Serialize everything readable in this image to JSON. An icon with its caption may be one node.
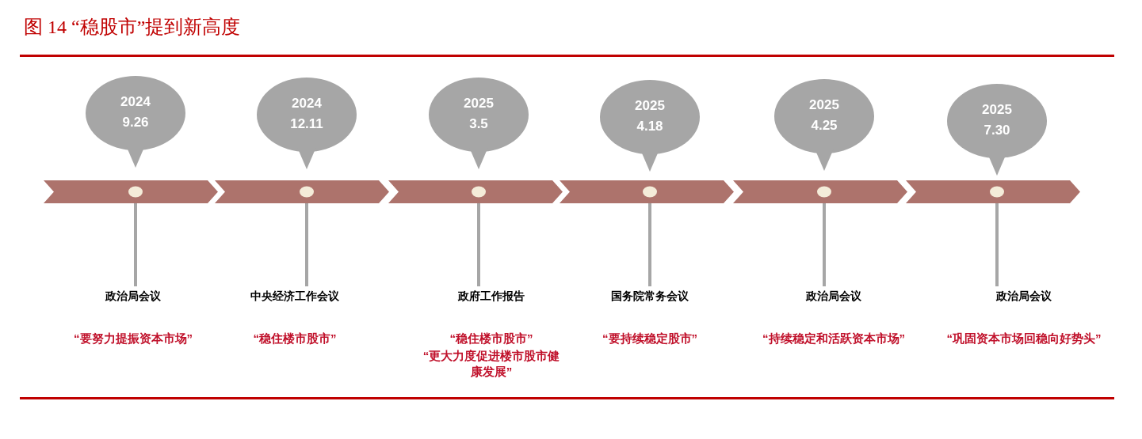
{
  "diagram": {
    "title": "图 14 “稳股市”提到新高度",
    "nodes": [
      {
        "text": [
          "2024",
          "9.26"
        ]
      },
      {
        "text": [
          "2024",
          "12.11"
        ]
      },
      {
        "text": [
          "2025",
          "3.5"
        ]
      },
      {
        "text": [
          "2025",
          "4.18"
        ]
      },
      {
        "text": [
          "2025",
          "4.25"
        ]
      },
      {
        "text": [
          "2025",
          "7.30"
        ]
      },
      {
        "text": [],
        "shape": "chevron"
      },
      {
        "text": [],
        "shape": "chevron"
      },
      {
        "text": [],
        "shape": "chevron"
      },
      {
        "text": [],
        "shape": "chevron"
      },
      {
        "text": [],
        "shape": "chevron"
      },
      {
        "text": [],
        "shape": "chevron"
      },
      {
        "text": [
          "政治局会议",
          "“要努力提振资本市场”"
        ]
      },
      {
        "text": [
          "中央经济工作会议",
          "“稳住楼市股市”"
        ]
      },
      {
        "text": [
          "政府工作报告",
          "“稳住楼市股市”",
          "“更大力度促进楼市股市健康发展”"
        ]
      },
      {
        "text": [
          "国务院常务会议",
          "“要持续稳定股市”"
        ]
      },
      {
        "text": [
          "政治局会议",
          "“持续稳定和活跃资本市场”"
        ]
      },
      {
        "text": [
          "政治局会议",
          "“巩固资本市场回稳向好势头”"
        ]
      }
    ],
    "edges": [
      {
        "from": 6,
        "to": 12,
        "arrow": "none"
      },
      {
        "from": 7,
        "to": 13,
        "arrow": "none"
      },
      {
        "from": 8,
        "to": 14,
        "arrow": "none"
      },
      {
        "from": 9,
        "to": 15,
        "arrow": "none"
      },
      {
        "from": 10,
        "to": 16,
        "arrow": "none"
      },
      {
        "from": 11,
        "to": 17,
        "arrow": "none"
      }
    ]
  }
}
